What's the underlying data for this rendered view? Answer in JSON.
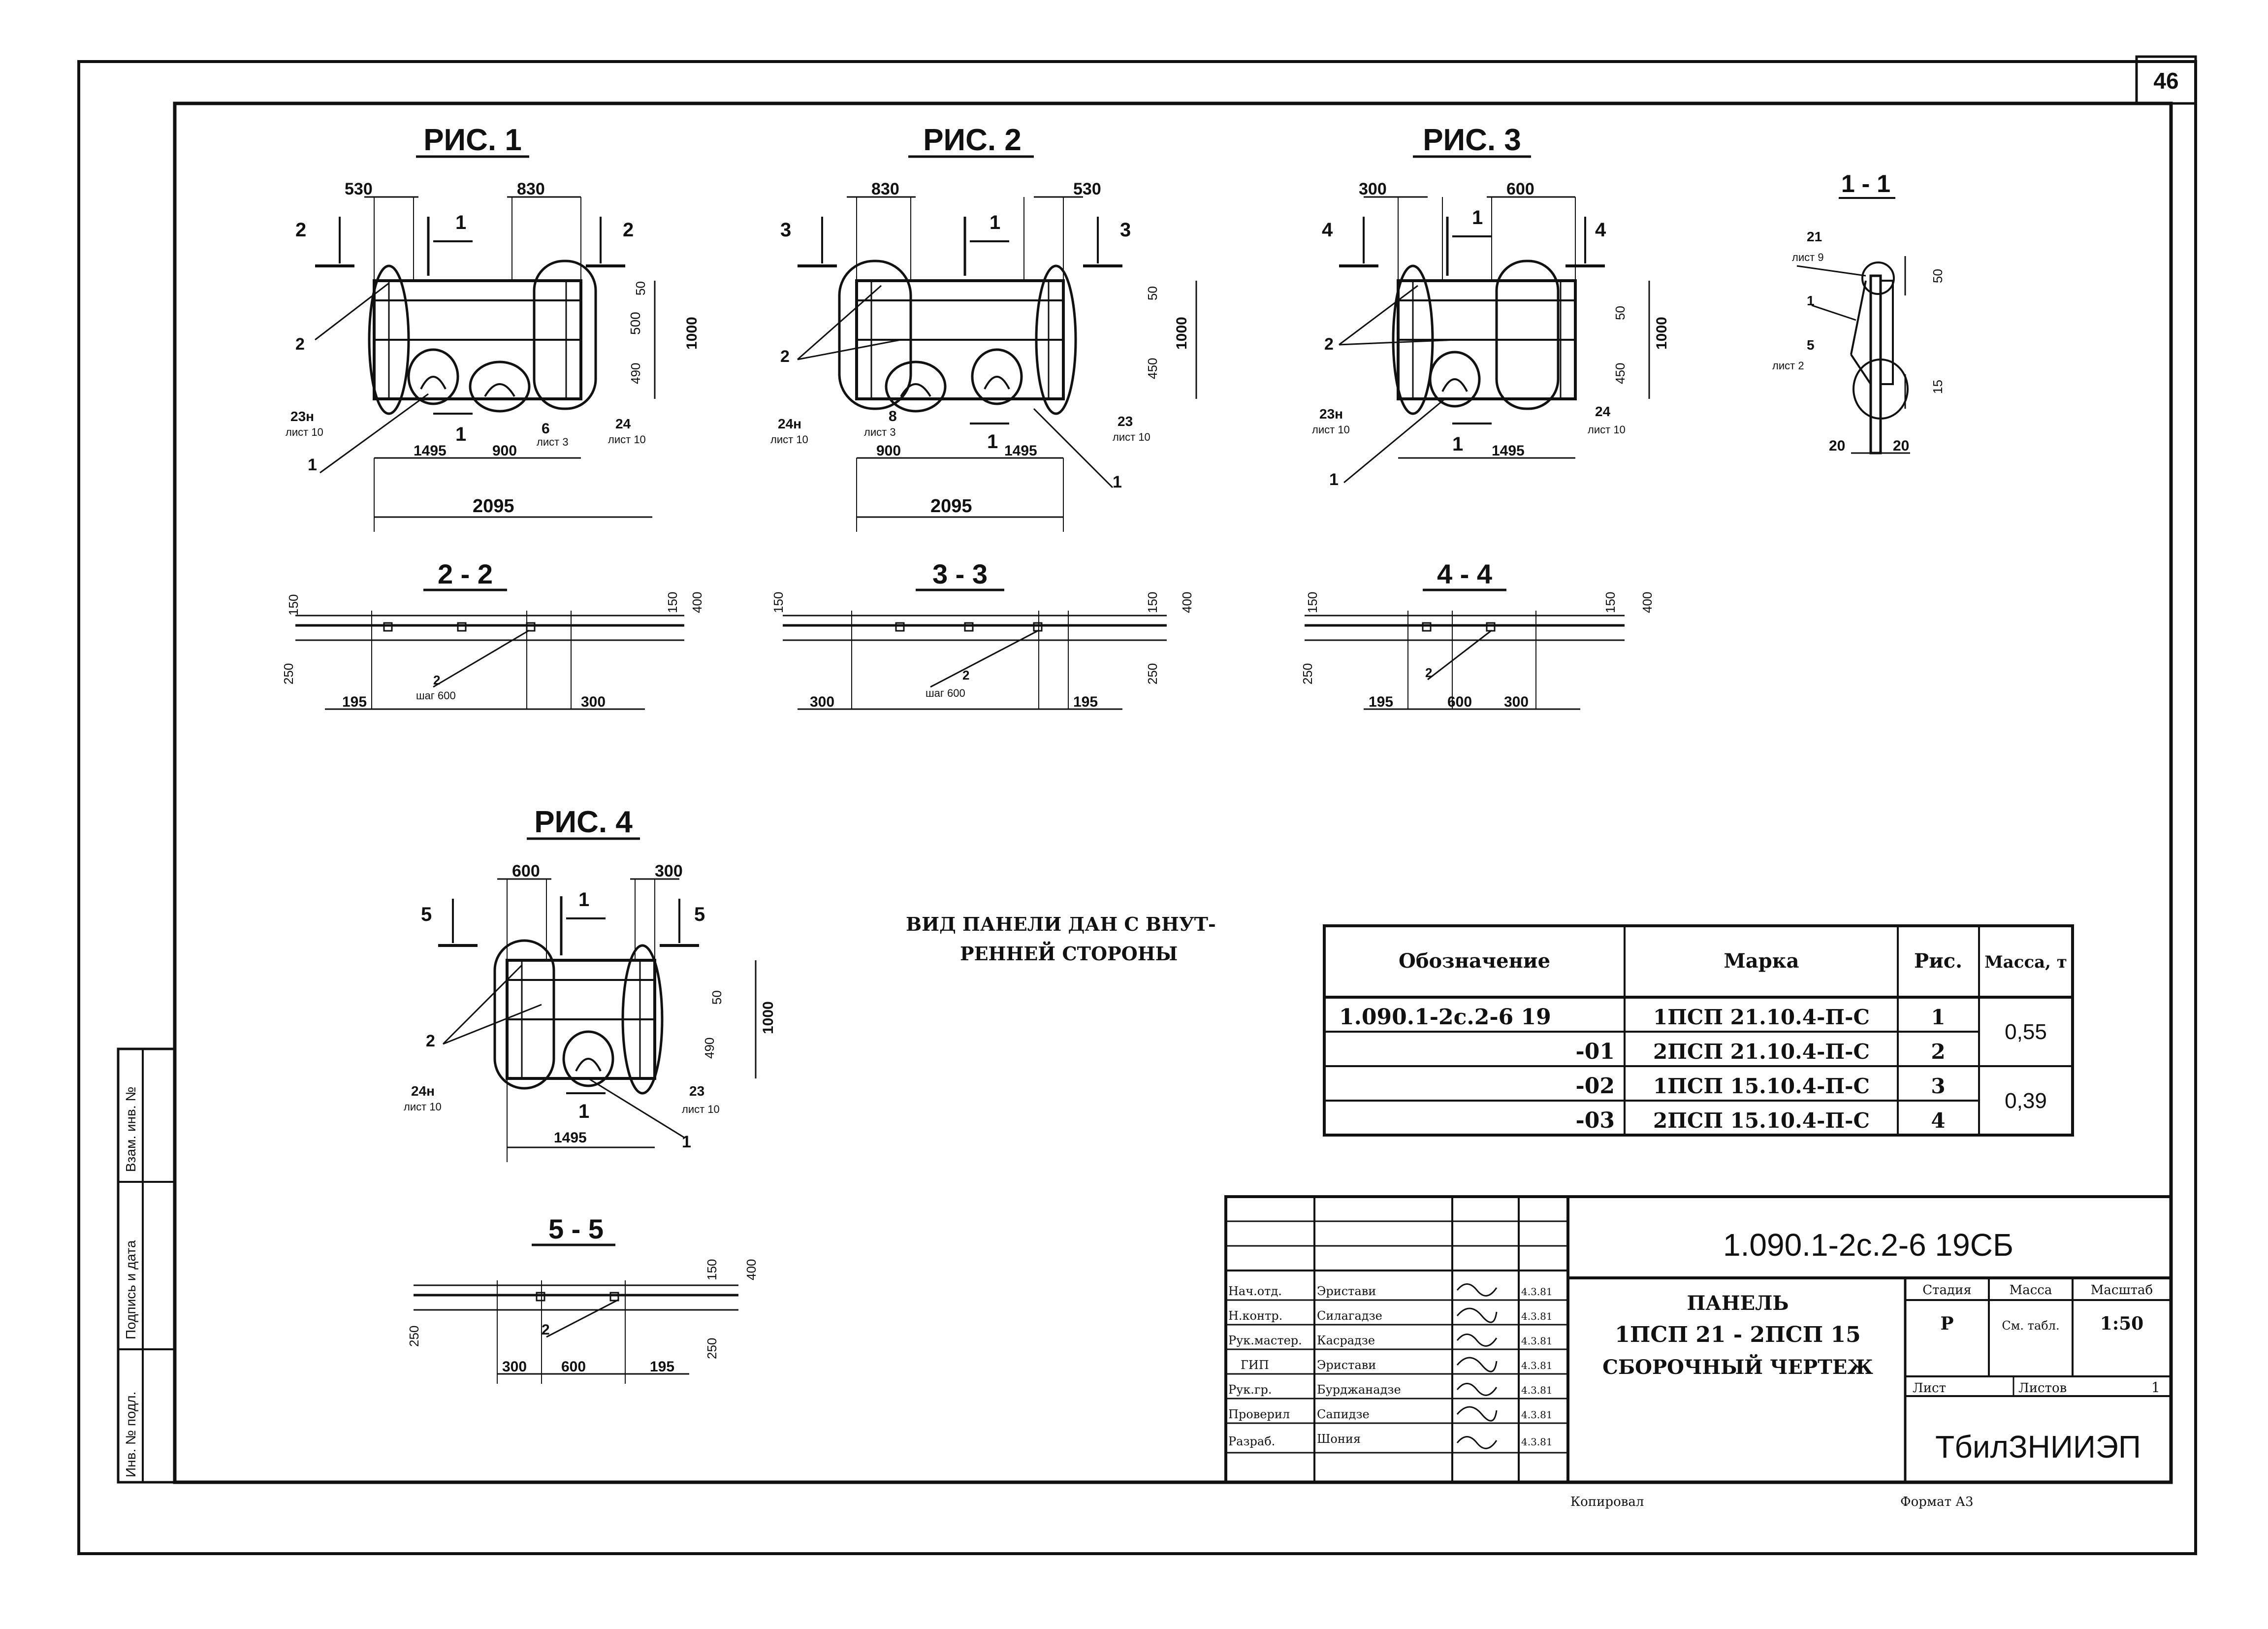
{
  "sheet": {
    "page_number": "46",
    "format_label": "Формат А3",
    "copy_label": "Копировал"
  },
  "margin_labels": [
    "Инв. № подл.",
    "Подпись и дата",
    "Взам. инв. №"
  ],
  "figures": {
    "fig1": {
      "title": "РИС. 1",
      "dims": [
        "530",
        "830",
        "1495",
        "900",
        "2095",
        "1000",
        "500",
        "50",
        "490"
      ],
      "section_marks": [
        "2",
        "2",
        "1",
        "1"
      ],
      "callouts": [
        "2",
        "1",
        "6",
        "23н",
        "лист 10",
        "24",
        "лист 10",
        "лист 3"
      ]
    },
    "fig2": {
      "title": "РИС. 2",
      "dims": [
        "830",
        "530",
        "1495",
        "900",
        "2095",
        "1000",
        "50",
        "450"
      ],
      "section_marks": [
        "3",
        "3",
        "1",
        "1"
      ],
      "callouts": [
        "2",
        "1",
        "8",
        "24н",
        "лист 10",
        "23",
        "лист 10",
        "лист 3"
      ]
    },
    "fig3": {
      "title": "РИС. 3",
      "dims": [
        "300",
        "600",
        "1495",
        "1000",
        "450",
        "50"
      ],
      "section_marks": [
        "4",
        "4",
        "1",
        "1"
      ],
      "callouts": [
        "2",
        "1",
        "23н",
        "лист 10",
        "24",
        "лист 10"
      ]
    },
    "fig4": {
      "title": "РИС. 4",
      "dims": [
        "600",
        "300",
        "1495",
        "1000",
        "490",
        "50"
      ],
      "section_marks": [
        "5",
        "5",
        "1",
        "1"
      ],
      "callouts": [
        "2",
        "1",
        "24н",
        "лист 10",
        "23",
        "лист 10"
      ]
    },
    "sec11": {
      "title": "1 - 1",
      "dims": [
        "20",
        "20",
        "50",
        "15"
      ],
      "callouts": [
        "21",
        "лист 9",
        "1",
        "5",
        "лист 2"
      ]
    },
    "sec22": {
      "title": "2 - 2",
      "dims": [
        "150",
        "250",
        "195",
        "300",
        "150",
        "400"
      ],
      "callouts": [
        "2",
        "шаг 600"
      ]
    },
    "sec33": {
      "title": "3 - 3",
      "dims": [
        "150",
        "300",
        "195",
        "150",
        "400",
        "250"
      ],
      "callouts": [
        "2",
        "шаг 600"
      ]
    },
    "sec44": {
      "title": "4 - 4",
      "dims": [
        "150",
        "250",
        "195",
        "600",
        "300",
        "150",
        "400"
      ],
      "callouts": [
        "2"
      ]
    },
    "sec55": {
      "title": "5 - 5",
      "dims": [
        "250",
        "300",
        "600",
        "195",
        "150",
        "400",
        "250"
      ],
      "callouts": [
        "2"
      ]
    }
  },
  "note": {
    "line1": "ВИД ПАНЕЛИ ДАН С ВНУТ-",
    "line2": "РЕННЕЙ СТОРОНЫ"
  },
  "spec_table": {
    "headers": [
      "Обозначение",
      "Марка",
      "Рис.",
      "Масса, т"
    ],
    "rows": [
      {
        "designation": "1.090.1-2с.2-6 19",
        "mark": "1ПСП 21.10.4-П-С",
        "fig": "1"
      },
      {
        "designation": "-01",
        "mark": "2ПСП 21.10.4-П-С",
        "fig": "2"
      },
      {
        "designation": "-02",
        "mark": "1ПСП 15.10.4-П-С",
        "fig": "3"
      },
      {
        "designation": "-03",
        "mark": "2ПСП 15.10.4-П-С",
        "fig": "4"
      }
    ],
    "mass_groups": [
      "0,55",
      "0,39"
    ]
  },
  "title_block": {
    "code": "1.090.1-2с.2-6 19СБ",
    "name_line1": "ПАНЕЛЬ",
    "name_line2": "1ПСП 21 - 2ПСП 15",
    "name_line3": "СБОРОЧНЫЙ ЧЕРТЕЖ",
    "stage_header": "Стадия",
    "mass_header": "Масса",
    "scale_header": "Масштаб",
    "stage": "Р",
    "mass": "См. табл.",
    "scale": "1:50",
    "sheet_label": "Лист",
    "sheets_label": "Листов",
    "sheets": "1",
    "org": "ТбилЗНИИЭП",
    "signatures": [
      {
        "role": "Нач.отд.",
        "name": "Эристави",
        "date": "4.3.81"
      },
      {
        "role": "Н.контр.",
        "name": "Силагадзе",
        "date": "4.3.81"
      },
      {
        "role": "Рук.мастер.",
        "name": "Касрадзе",
        "date": "4.3.81"
      },
      {
        "role": "ГИП",
        "name": "Эристави",
        "date": "4.3.81"
      },
      {
        "role": "Рук.гр.",
        "name": "Бурджанадзе",
        "date": "4.3.81"
      },
      {
        "role": "Проверил",
        "name": "Сапидзе",
        "date": "4.3.81"
      },
      {
        "role": "Разраб.",
        "name": "Шония",
        "date": "4.3.81"
      }
    ]
  }
}
